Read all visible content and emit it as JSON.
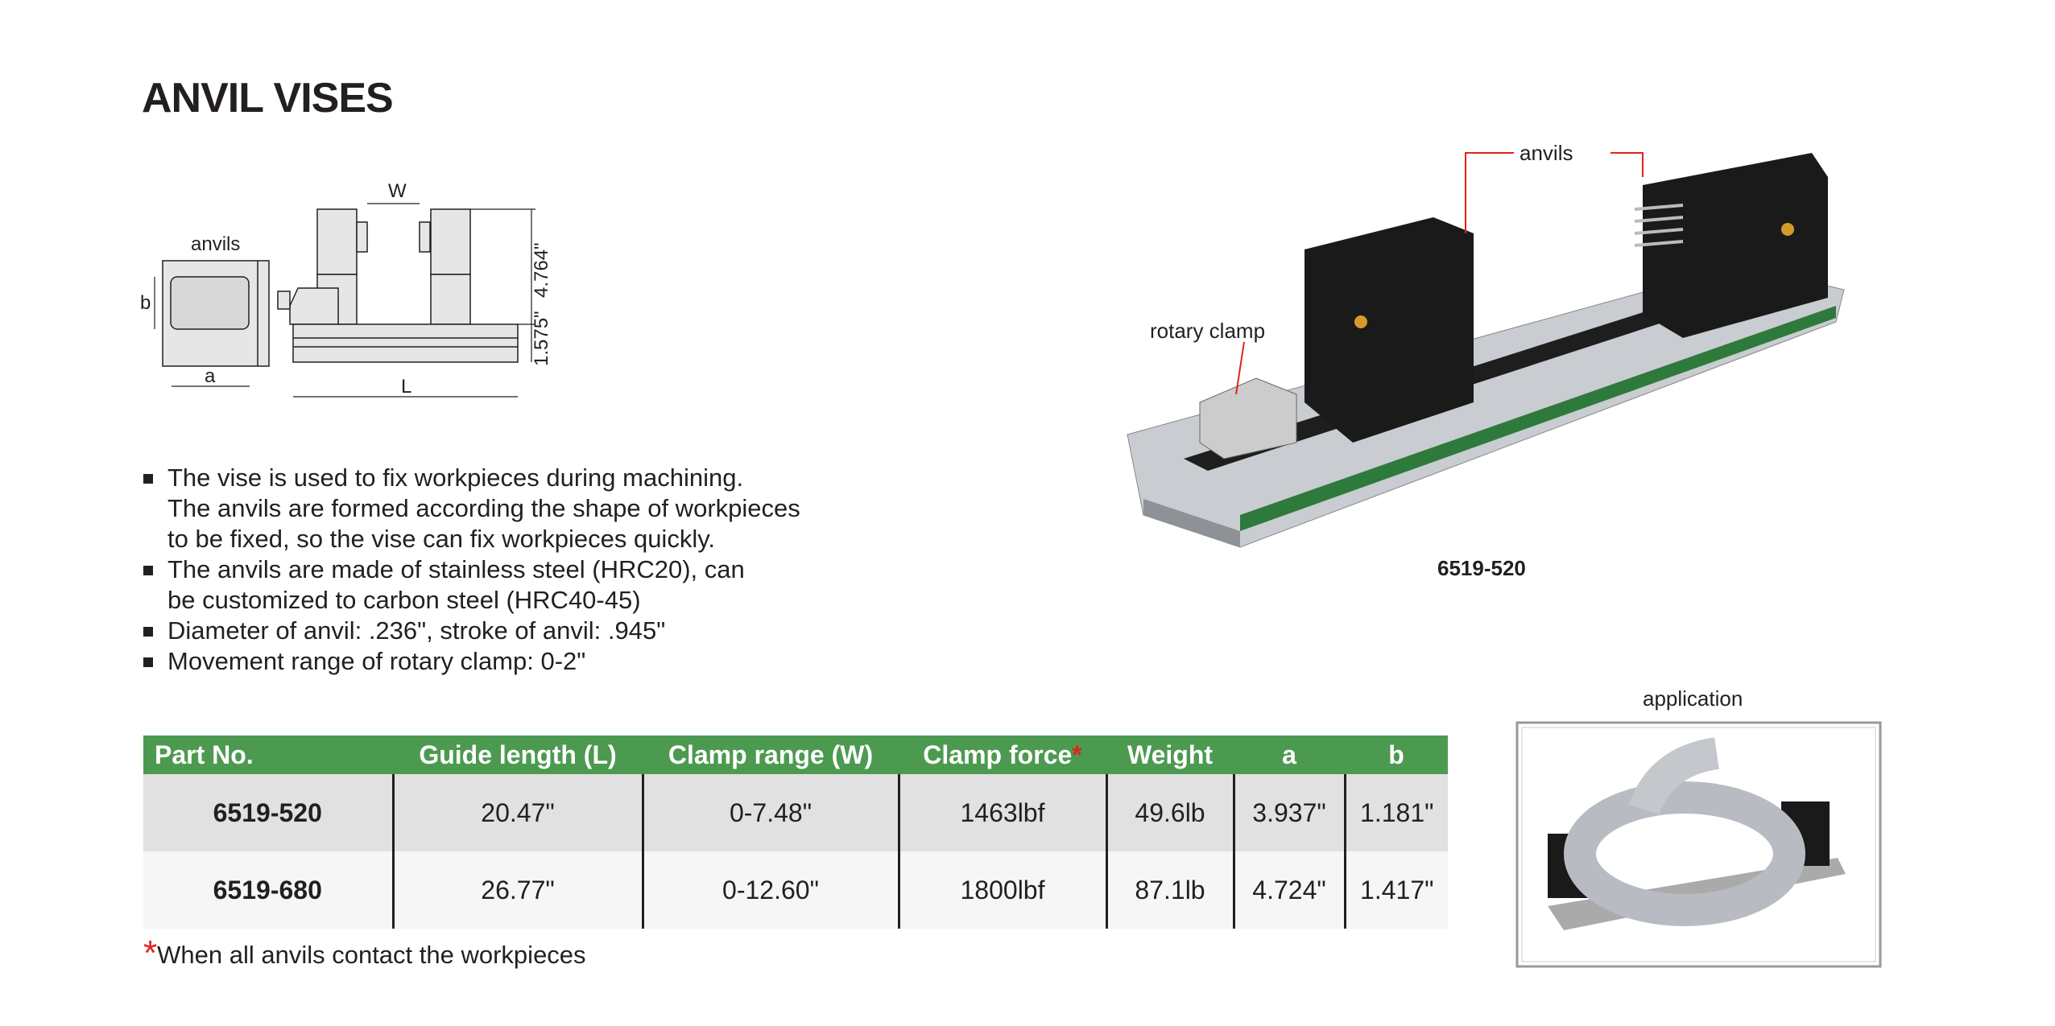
{
  "title": "ANVIL VISES",
  "drawing": {
    "anvils_label": "anvils",
    "dim_a": "a",
    "dim_b": "b",
    "dim_w": "W",
    "dim_l": "L",
    "height_top": "4.764\"",
    "height_base": "1.575\""
  },
  "photo": {
    "anvils_label": "anvils",
    "rotary_clamp_label": "rotary clamp",
    "caption": "6519-520"
  },
  "bullets": [
    "The vise is used to fix workpieces during machining.",
    "The anvils are formed according the shape of workpieces",
    "to be fixed, so the vise can fix workpieces quickly.",
    "The anvils are made of stainless steel (HRC20), can",
    "be customized to carbon steel (HRC40-45)",
    "Diameter of anvil: .236\", stroke of anvil: .945\"",
    "Movement range of rotary clamp: 0-2\""
  ],
  "table": {
    "headers": [
      "Part No.",
      "Guide length (L)",
      "Clamp range (W)",
      "Clamp force",
      "Weight",
      "a",
      "b"
    ],
    "header_star": "*",
    "rows": [
      [
        "6519-520",
        "20.47\"",
        "0-7.48\"",
        "1463lbf",
        "49.6lb",
        "3.937\"",
        "1.181\""
      ],
      [
        "6519-680",
        "26.77\"",
        "0-12.60\"",
        "1800lbf",
        "87.1lb",
        "4.724\"",
        "1.417\""
      ]
    ]
  },
  "footnote": {
    "star": "*",
    "text": "When all anvils contact the workpieces"
  },
  "application": {
    "label": "application"
  },
  "colors": {
    "header_green": "#4c9a50",
    "row1": "#e1e1e1",
    "row2": "#f6f6f6",
    "star_red": "#e2231a"
  }
}
